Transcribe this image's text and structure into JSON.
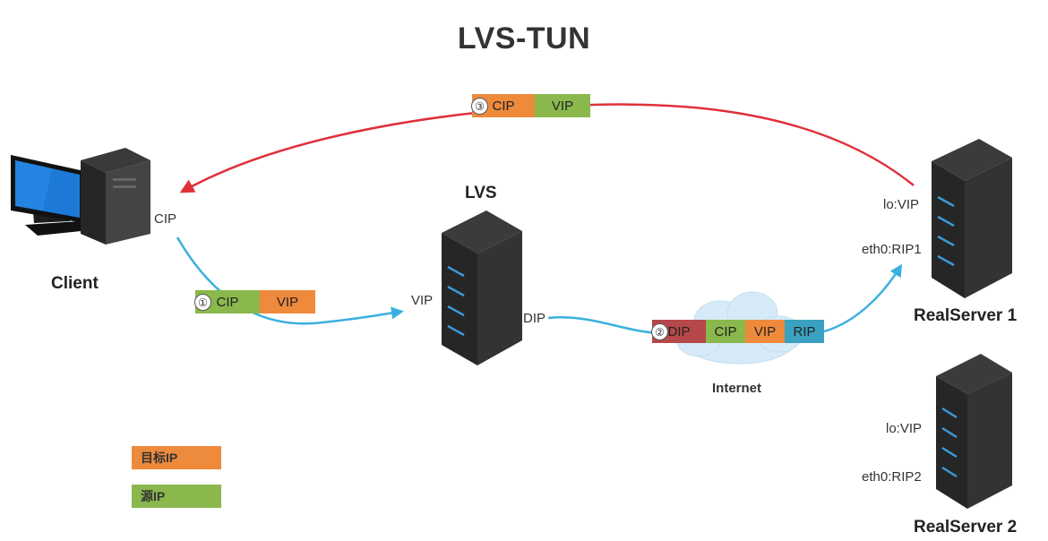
{
  "title": "LVS-TUN",
  "colors": {
    "target_ip": "#ee8a3c",
    "source_ip": "#8ab84d",
    "dip": "#b5484a",
    "rip": "#3aa1c0",
    "request_arrow": "#3ab0e0",
    "response_arrow": "#e0303a",
    "server_body": "#2b2b2b",
    "server_light": "#3a9ad8"
  },
  "icons": {
    "client": "desktop-computer-icon",
    "server": "server-rack-icon",
    "cloud": "cloud-icon"
  },
  "nodes": {
    "client": {
      "name": "Client",
      "ip_label": "CIP"
    },
    "lvs": {
      "name": "LVS",
      "vip_label": "VIP",
      "dip_label": "DIP"
    },
    "realserver1": {
      "name": "RealServer 1",
      "lo_label": "lo:VIP",
      "eth_label": "eth0:RIP1"
    },
    "realserver2": {
      "name": "RealServer 2",
      "lo_label": "lo:VIP",
      "eth_label": "eth0:RIP2"
    },
    "internet": {
      "name": "Internet"
    }
  },
  "packets": [
    {
      "step": "①",
      "fields": [
        {
          "text": "CIP",
          "kind": "source"
        },
        {
          "text": "VIP",
          "kind": "target"
        }
      ]
    },
    {
      "step": "②",
      "fields": [
        {
          "text": "DIP",
          "kind": "dip"
        },
        {
          "text": "CIP",
          "kind": "source"
        },
        {
          "text": "VIP",
          "kind": "target"
        },
        {
          "text": "RIP",
          "kind": "rip"
        }
      ]
    },
    {
      "step": "③",
      "fields": [
        {
          "text": "CIP",
          "kind": "target"
        },
        {
          "text": "VIP",
          "kind": "source"
        }
      ]
    }
  ],
  "legend": {
    "target": "目标IP",
    "source": "源IP"
  }
}
